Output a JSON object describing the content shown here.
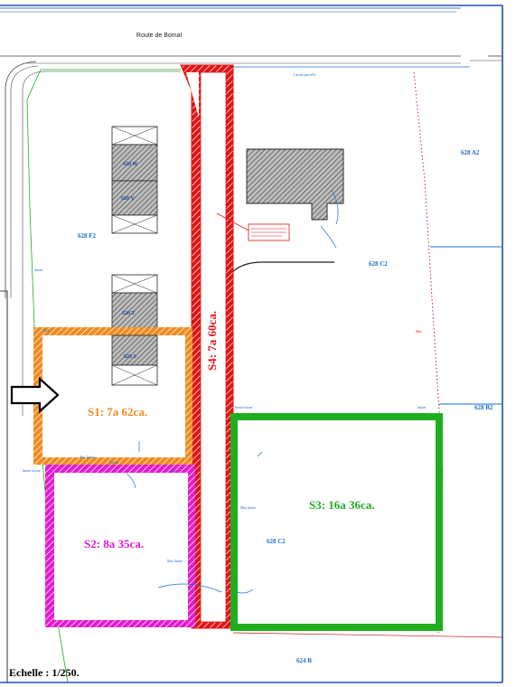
{
  "road_label": "Route de Bomal",
  "scale_label": "Echelle : 1/250.",
  "colors": {
    "s1": "#f08a1e",
    "s2": "#e21ad0",
    "s3": "#1fae1f",
    "s4": "#e01414",
    "parcel_text": "#1a6fd0",
    "border": "#1f4fb3"
  },
  "lots": {
    "s1": "S1: 7a 62ca.",
    "s2": "S2: 8a 35ca.",
    "s3": "S3: 16a 36ca.",
    "s4": "S4: 7a 60ca."
  },
  "parcels": {
    "p628a2": "628 A2",
    "p628f2": "628 F2",
    "p628c2_top": "628 C2",
    "p628b2": "628 B2",
    "p628c2_mid": "628 C2",
    "p624b": "624 B",
    "b628w": "628 W",
    "b628v": "628 V",
    "b628t": "628 T",
    "b628s": "628 S"
  }
}
